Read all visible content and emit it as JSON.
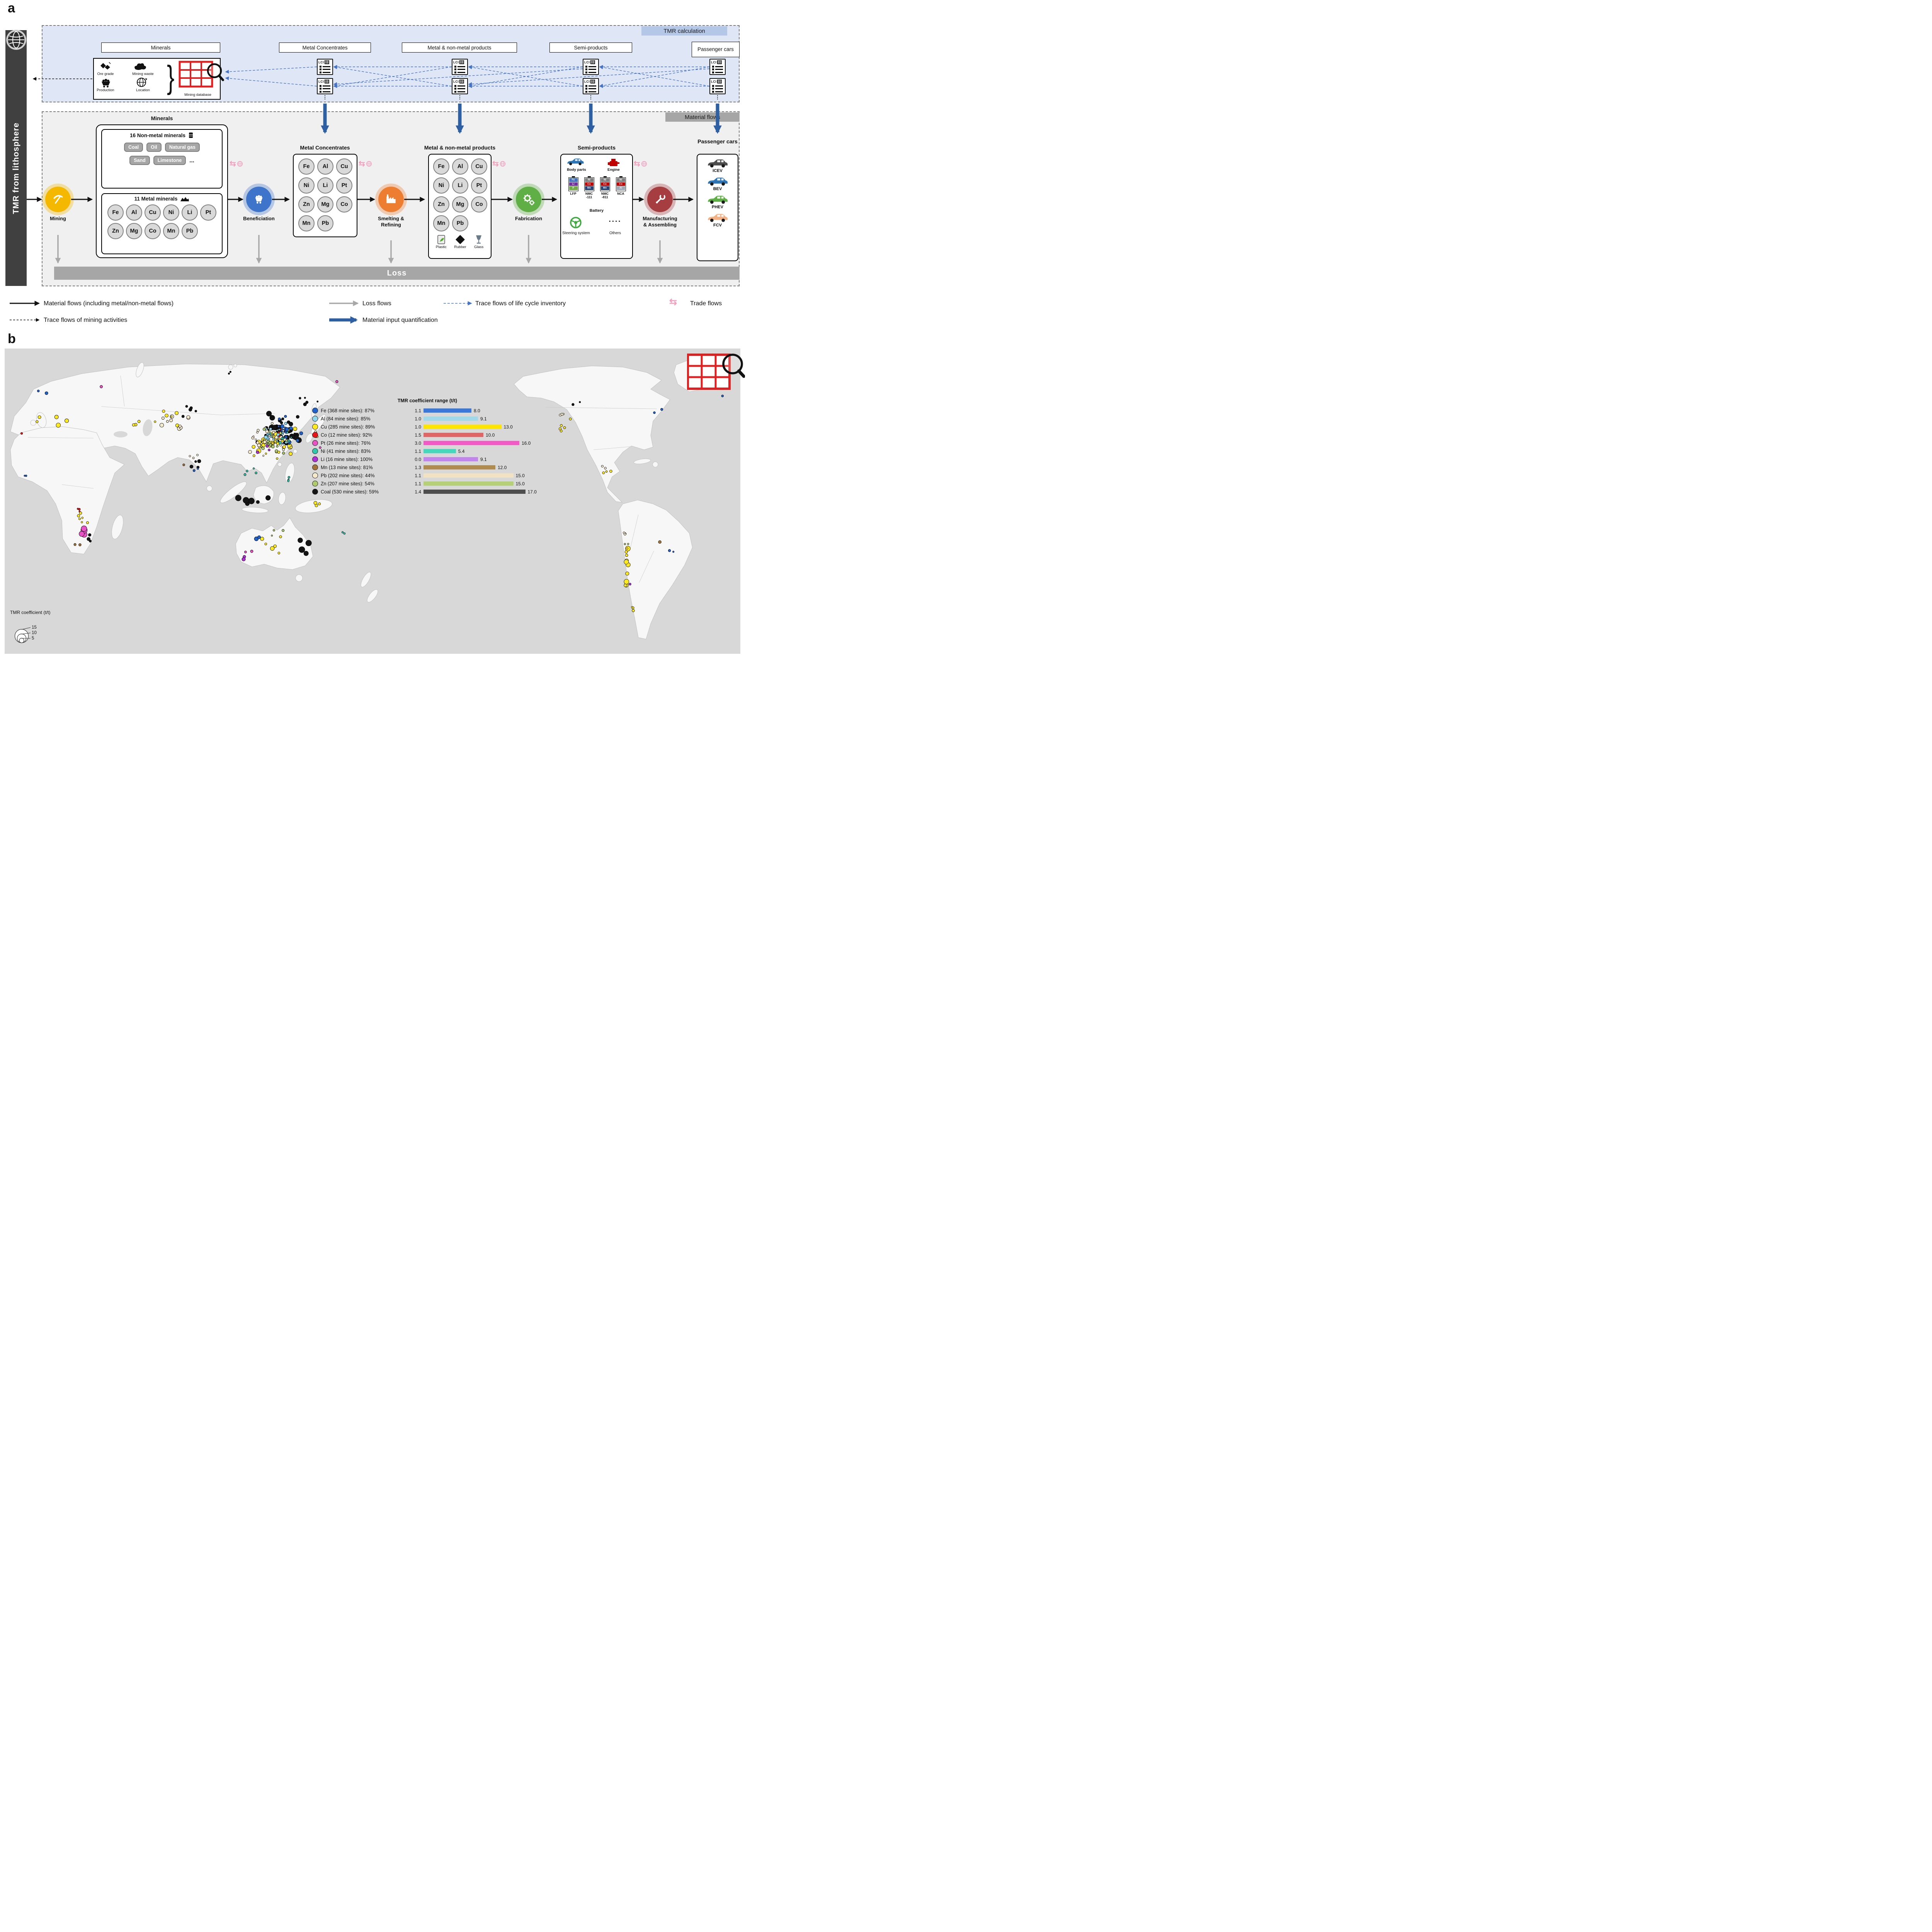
{
  "panel_a": {
    "label": "a",
    "lithosphere_label": "TMR from lithosphere",
    "tmr_calculation": {
      "tag": "TMR calculation",
      "column_titles": [
        "Minerals",
        "Metal Concentrates",
        "Metal & non-metal products",
        "Semi-products",
        "Passenger cars"
      ],
      "mining_database": {
        "items": [
          "Ore grade",
          "Mining waste",
          "Production",
          "Location"
        ],
        "label": "Mining database",
        "brace": "}"
      },
      "lci_label": "LCI",
      "lci_more": "⋮"
    },
    "material_flows": {
      "tag": "Material flows",
      "minerals_title": "Minerals",
      "nonmetal": {
        "title": "16 Non-metal minerals",
        "pills": [
          "Coal",
          "Oil",
          "Natural gas",
          "Sand",
          "Limestone"
        ],
        "more": "..."
      },
      "metal": {
        "title": "11 Metal minerals",
        "elements": [
          "Fe",
          "Al",
          "Cu",
          "Ni",
          "Li",
          "Pt",
          "Zn",
          "Mg",
          "Co",
          "Mn",
          "Pb"
        ]
      },
      "stages": [
        {
          "label_lines": [
            "Mining"
          ],
          "color": "#F5B800",
          "halo": "#F5B80055"
        },
        {
          "label_lines": [
            "Beneficiation"
          ],
          "color": "#3E74C9",
          "halo": "#3E74C955"
        },
        {
          "label_lines": [
            "Smelting &",
            "Refining"
          ],
          "color": "#ED7D31",
          "halo": "#ED7D3155"
        },
        {
          "label_lines": [
            "Fabrication"
          ],
          "color": "#5FAF46",
          "halo": "#5FAF4655"
        },
        {
          "label_lines": [
            "Manufacturing",
            "& Assembling"
          ],
          "color": "#A63D40",
          "halo": "#A63D4055"
        }
      ],
      "metal_concentrates": {
        "title": "Metal Concentrates",
        "elements": [
          "Fe",
          "Al",
          "Cu",
          "Ni",
          "Li",
          "Pt",
          "Zn",
          "Mg",
          "Co",
          "Mn",
          "Pb"
        ]
      },
      "metal_nonmetal": {
        "title": "Metal & non-metal products",
        "elements": [
          "Fe",
          "Al",
          "Cu",
          "Ni",
          "Li",
          "Pt",
          "Zn",
          "Mg",
          "Co",
          "Mn",
          "Pb"
        ],
        "materials": [
          "Plastic",
          "Rubber",
          "Glass"
        ]
      },
      "semi_products": {
        "title": "Semi-products",
        "body_parts_label": "Body parts",
        "engine_label": "Engine",
        "batteries": [
          {
            "name_lines": [
              "LFP"
            ],
            "cells": [
              {
                "t": "Fe",
                "c": "#4472C4"
              },
              {
                "t": "Li",
                "c": "#7030A0"
              },
              {
                "t": "P",
                "c": "#70AD47"
              }
            ]
          },
          {
            "name_lines": [
              "NMC",
              "-111"
            ],
            "cells": [
              {
                "t": "Ni",
                "c": "#808080"
              },
              {
                "t": "Co",
                "c": "#C00000"
              },
              {
                "t": "Mn",
                "c": "#264478"
              }
            ]
          },
          {
            "name_lines": [
              "NMC",
              "-811"
            ],
            "cells": [
              {
                "t": "Ni",
                "c": "#808080"
              },
              {
                "t": "Co",
                "c": "#C00000"
              },
              {
                "t": "Mn",
                "c": "#264478"
              }
            ]
          },
          {
            "name_lines": [
              "NCA"
            ],
            "cells": [
              {
                "t": "Ni",
                "c": "#808080"
              },
              {
                "t": "Co",
                "c": "#C00000"
              },
              {
                "t": "Al",
                "c": "#9DA8B4"
              }
            ]
          }
        ],
        "battery_label": "Battery",
        "steering_label": "Steering system",
        "others_label": "Others",
        "others_dots": "...."
      },
      "passenger_cars": {
        "title": "Passenger cars",
        "types": [
          {
            "name": "ICEV",
            "color": "#4D4D4D"
          },
          {
            "name": "BEV",
            "color": "#2E75B6"
          },
          {
            "name": "PHEV",
            "color": "#5FAF46"
          },
          {
            "name": "FCV",
            "color": "#F4B183"
          }
        ]
      },
      "loss_label": "Loss"
    },
    "legend": {
      "material_flows": "Material flows (including metal/non-metal flows)",
      "loss_flows": "Loss flows",
      "trace_lci": "Trace flows of life cycle inventory",
      "trade_flows": "Trade flows",
      "trace_mining": "Trace flows of mining activities",
      "material_input": "Material input quantification",
      "trade_glyph": "⇆"
    }
  },
  "panel_b": {
    "label": "b",
    "size_legend": {
      "title": "TMR coefficient (t/t)",
      "sizes": [
        "15",
        "10",
        "5"
      ]
    },
    "range_legend_title": "TMR coefficient range (t/t)"
  },
  "chart_data": {
    "type": "scatter",
    "subtype": "world-map-mine-sites",
    "description": "Global mine sites by mineral; dot size encodes TMR coefficient (t/t) from 5 to 15",
    "dot_size_legend": [
      15,
      10,
      5
    ],
    "series": [
      {
        "name": "Fe",
        "label": "Fe (368 mine sites): 87%",
        "mine_sites": 368,
        "share_pct": 87,
        "color": "#1F62C9",
        "bar_color": "#3C78D8",
        "tmr_min": 1.1,
        "tmr_max": 8.0
      },
      {
        "name": "Al",
        "label": "Al (84 mine sites): 85%",
        "mine_sites": 84,
        "share_pct": 85,
        "color": "#8FD6EF",
        "bar_color": "#A2D9EA",
        "tmr_min": 1.0,
        "tmr_max": 9.1
      },
      {
        "name": "Cu",
        "label": "Cu (285 mine sites): 89%",
        "mine_sites": 285,
        "share_pct": 89,
        "color": "#FFE91F",
        "bar_color": "#FFE400",
        "tmr_min": 1.0,
        "tmr_max": 13.0
      },
      {
        "name": "Co",
        "label": "Co (12 mine sites): 92%",
        "mine_sites": 12,
        "share_pct": 92,
        "color": "#E81416",
        "bar_color": "#E06666",
        "tmr_min": 1.5,
        "tmr_max": 10.0
      },
      {
        "name": "Pt",
        "label": "Pt (26 mine sites): 76%",
        "mine_sites": 26,
        "share_pct": 76,
        "color": "#E752C5",
        "bar_color": "#F25AC5",
        "tmr_min": 3.0,
        "tmr_max": 16.0
      },
      {
        "name": "Ni",
        "label": "Ni (41 mine sites): 83%",
        "mine_sites": 41,
        "share_pct": 83,
        "color": "#30C7AC",
        "bar_color": "#46D7BC",
        "tmr_min": 1.1,
        "tmr_max": 5.4
      },
      {
        "name": "Li",
        "label": "Li (16 mine sites): 100%",
        "mine_sites": 16,
        "share_pct": 100,
        "color": "#AE2FD4",
        "bar_color": "#C285EC",
        "tmr_min": 0.0,
        "tmr_max": 9.1
      },
      {
        "name": "Mn",
        "label": "Mn (13 mine sites): 81%",
        "mine_sites": 13,
        "share_pct": 81,
        "color": "#A2743A",
        "bar_color": "#B08B4F",
        "tmr_min": 1.3,
        "tmr_max": 12.0
      },
      {
        "name": "Pb",
        "label": "Pb (202 mine sites): 44%",
        "mine_sites": 202,
        "share_pct": 44,
        "color": "#F5E9CD",
        "bar_color": "#F2E2C4",
        "tmr_min": 1.1,
        "tmr_max": 15.0
      },
      {
        "name": "Zn",
        "label": "Zn (207 mine sites): 54%",
        "mine_sites": 207,
        "share_pct": 54,
        "color": "#AECB6E",
        "bar_color": "#B6D077",
        "tmr_min": 1.1,
        "tmr_max": 15.0
      },
      {
        "name": "Coal",
        "label": "Coal (530 mine sites): 59%",
        "mine_sites": 530,
        "share_pct": 59,
        "color": "#141414",
        "bar_color": "#4D4D4D",
        "tmr_min": 1.4,
        "tmr_max": 17.0
      }
    ],
    "clusters": [
      {
        "mineral": "Coal",
        "cx": 712,
        "cy": 212,
        "rx": 62,
        "ry": 45,
        "n": 38,
        "rmin": 2.5,
        "rmax": 7
      },
      {
        "mineral": "Cu",
        "cx": 698,
        "cy": 246,
        "rx": 66,
        "ry": 46,
        "n": 34,
        "rmin": 2,
        "rmax": 6
      },
      {
        "mineral": "Al",
        "cx": 706,
        "cy": 222,
        "rx": 46,
        "ry": 36,
        "n": 24,
        "rmin": 2,
        "rmax": 5
      },
      {
        "mineral": "Fe",
        "cx": 724,
        "cy": 210,
        "rx": 50,
        "ry": 38,
        "n": 22,
        "rmin": 2,
        "rmax": 5
      },
      {
        "mineral": "Pb",
        "cx": 676,
        "cy": 236,
        "rx": 60,
        "ry": 44,
        "n": 26,
        "rmin": 1.8,
        "rmax": 4.5
      },
      {
        "mineral": "Zn",
        "cx": 690,
        "cy": 244,
        "rx": 56,
        "ry": 40,
        "n": 18,
        "rmin": 1.8,
        "rmax": 4
      },
      {
        "mineral": "Ni",
        "cx": 716,
        "cy": 238,
        "rx": 36,
        "ry": 28,
        "n": 7,
        "rmin": 1.8,
        "rmax": 3.5
      },
      {
        "mineral": "Li",
        "cx": 662,
        "cy": 252,
        "rx": 30,
        "ry": 20,
        "n": 3,
        "rmin": 2,
        "rmax": 4
      },
      {
        "mineral": "Co",
        "cx": 712,
        "cy": 218,
        "rx": 30,
        "ry": 24,
        "n": 3,
        "rmin": 1.8,
        "rmax": 3
      },
      {
        "mineral": "Pb",
        "cx": 446,
        "cy": 186,
        "rx": 70,
        "ry": 28,
        "n": 10,
        "rmin": 2.5,
        "rmax": 6
      },
      {
        "mineral": "Cu",
        "cx": 420,
        "cy": 176,
        "rx": 60,
        "ry": 25,
        "n": 6,
        "rmin": 2,
        "rmax": 5
      },
      {
        "mineral": "Coal",
        "cx": 470,
        "cy": 164,
        "rx": 50,
        "ry": 22,
        "n": 5,
        "rmin": 2,
        "rmax": 5
      },
      {
        "mineral": "Cu",
        "cx": 132,
        "cy": 172,
        "rx": 55,
        "ry": 30,
        "n": 5,
        "rmin": 2,
        "rmax": 6
      },
      {
        "mineral": "Fe",
        "cx": 96,
        "cy": 116,
        "rx": 25,
        "ry": 15,
        "n": 3,
        "rmin": 2,
        "rmax": 4
      },
      {
        "mineral": "Pt",
        "cx": 252,
        "cy": 96,
        "rx": 12,
        "ry": 7,
        "n": 1,
        "rmin": 3,
        "rmax": 4
      },
      {
        "mineral": "Pt",
        "cx": 855,
        "cy": 88,
        "rx": 8,
        "ry": 6,
        "n": 1,
        "rmin": 3,
        "rmax": 4
      },
      {
        "mineral": "Coal",
        "cx": 585,
        "cy": 62,
        "rx": 14,
        "ry": 8,
        "n": 2,
        "rmin": 2,
        "rmax": 3.2
      },
      {
        "mineral": "Coal",
        "cx": 782,
        "cy": 140,
        "rx": 46,
        "ry": 22,
        "n": 5,
        "rmin": 2,
        "rmax": 4.5
      },
      {
        "mineral": "Pb",
        "cx": 806,
        "cy": 214,
        "rx": 12,
        "ry": 12,
        "n": 2,
        "rmin": 1.8,
        "rmax": 3
      },
      {
        "mineral": "Cu",
        "cx": 806,
        "cy": 228,
        "rx": 10,
        "ry": 8,
        "n": 2,
        "rmin": 1.8,
        "rmax": 3
      },
      {
        "mineral": "Pt",
        "cx": 820,
        "cy": 250,
        "rx": 10,
        "ry": 8,
        "n": 1,
        "rmin": 2.5,
        "rmax": 3.5
      },
      {
        "mineral": "Coal",
        "cx": 490,
        "cy": 296,
        "rx": 25,
        "ry": 18,
        "n": 4,
        "rmin": 2,
        "rmax": 4.5
      },
      {
        "mineral": "Fe",
        "cx": 498,
        "cy": 312,
        "rx": 18,
        "ry": 12,
        "n": 2,
        "rmin": 2,
        "rmax": 3.5
      },
      {
        "mineral": "Pb",
        "cx": 496,
        "cy": 282,
        "rx": 20,
        "ry": 12,
        "n": 3,
        "rmin": 2,
        "rmax": 4
      },
      {
        "mineral": "Mn",
        "cx": 470,
        "cy": 300,
        "rx": 12,
        "ry": 8,
        "n": 1,
        "rmin": 2.5,
        "rmax": 3.5
      },
      {
        "mineral": "Ni",
        "cx": 638,
        "cy": 322,
        "rx": 28,
        "ry": 15,
        "n": 4,
        "rmin": 1.8,
        "rmax": 3.2
      },
      {
        "mineral": "Coal",
        "cx": 648,
        "cy": 396,
        "rx": 52,
        "ry": 13,
        "n": 6,
        "rmin": 4,
        "rmax": 9
      },
      {
        "mineral": "Ni",
        "cx": 736,
        "cy": 334,
        "rx": 10,
        "ry": 18,
        "n": 3,
        "rmin": 1.8,
        "rmax": 3.2
      },
      {
        "mineral": "Cu",
        "cx": 812,
        "cy": 406,
        "rx": 28,
        "ry": 8,
        "n": 3,
        "rmin": 2.5,
        "rmax": 4.5
      },
      {
        "mineral": "Cu",
        "cx": 706,
        "cy": 508,
        "rx": 76,
        "ry": 44,
        "n": 6,
        "rmin": 2.5,
        "rmax": 5.5
      },
      {
        "mineral": "Fe",
        "cx": 652,
        "cy": 490,
        "rx": 18,
        "ry": 12,
        "n": 2,
        "rmin": 3.5,
        "rmax": 5.5
      },
      {
        "mineral": "Coal",
        "cx": 774,
        "cy": 512,
        "rx": 26,
        "ry": 28,
        "n": 4,
        "rmin": 4,
        "rmax": 8
      },
      {
        "mineral": "Pt",
        "cx": 636,
        "cy": 522,
        "rx": 20,
        "ry": 10,
        "n": 2,
        "rmin": 2.5,
        "rmax": 3.5
      },
      {
        "mineral": "Li",
        "cx": 618,
        "cy": 548,
        "rx": 12,
        "ry": 10,
        "n": 2,
        "rmin": 3.5,
        "rmax": 5
      },
      {
        "mineral": "Zn",
        "cx": 700,
        "cy": 472,
        "rx": 40,
        "ry": 16,
        "n": 3,
        "rmin": 1.8,
        "rmax": 3.5
      },
      {
        "mineral": "Ni",
        "cx": 880,
        "cy": 478,
        "rx": 10,
        "ry": 5,
        "n": 2,
        "rmin": 2,
        "rmax": 3.2
      },
      {
        "mineral": "Pt",
        "cx": 205,
        "cy": 478,
        "rx": 9,
        "ry": 22,
        "n": 4,
        "rmin": 3.5,
        "rmax": 9
      },
      {
        "mineral": "Cu",
        "cx": 196,
        "cy": 432,
        "rx": 18,
        "ry": 13,
        "n": 4,
        "rmin": 2,
        "rmax": 4.5
      },
      {
        "mineral": "Co",
        "cx": 193,
        "cy": 421,
        "rx": 12,
        "ry": 8,
        "n": 3,
        "rmin": 2,
        "rmax": 3.5
      },
      {
        "mineral": "Coal",
        "cx": 222,
        "cy": 492,
        "rx": 16,
        "ry": 12,
        "n": 3,
        "rmin": 2.5,
        "rmax": 4.5
      },
      {
        "mineral": "Mn",
        "cx": 192,
        "cy": 506,
        "rx": 12,
        "ry": 7,
        "n": 2,
        "rmin": 2.5,
        "rmax": 3.5
      },
      {
        "mineral": "Cu",
        "cx": 206,
        "cy": 452,
        "rx": 12,
        "ry": 8,
        "n": 2,
        "rmin": 2,
        "rmax": 3.5
      },
      {
        "mineral": "Fe",
        "cx": 52,
        "cy": 330,
        "rx": 15,
        "ry": 12,
        "n": 2,
        "rmin": 2,
        "rmax": 3
      },
      {
        "mineral": "Co",
        "cx": 46,
        "cy": 220,
        "rx": 6,
        "ry": 5,
        "n": 1,
        "rmin": 2.2,
        "rmax": 3
      },
      {
        "mineral": "Cu",
        "cx": 340,
        "cy": 196,
        "rx": 20,
        "ry": 12,
        "n": 3,
        "rmin": 3,
        "rmax": 6
      },
      {
        "mineral": "Cu",
        "cx": 1436,
        "cy": 206,
        "rx": 34,
        "ry": 46,
        "n": 5,
        "rmin": 1.8,
        "rmax": 4
      },
      {
        "mineral": "Pb",
        "cx": 1446,
        "cy": 166,
        "rx": 25,
        "ry": 20,
        "n": 3,
        "rmin": 1.8,
        "rmax": 3.5
      },
      {
        "mineral": "Coal",
        "cx": 1470,
        "cy": 146,
        "rx": 25,
        "ry": 14,
        "n": 2,
        "rmin": 2,
        "rmax": 3.5
      },
      {
        "mineral": "Fe",
        "cx": 1692,
        "cy": 164,
        "rx": 20,
        "ry": 14,
        "n": 2,
        "rmin": 2.5,
        "rmax": 4.5
      },
      {
        "mineral": "Fe",
        "cx": 1858,
        "cy": 122,
        "rx": 8,
        "ry": 6,
        "n": 1,
        "rmin": 2.5,
        "rmax": 3.5
      },
      {
        "mineral": "Cu",
        "cx": 1560,
        "cy": 322,
        "rx": 18,
        "ry": 13,
        "n": 3,
        "rmin": 1.8,
        "rmax": 3.5
      },
      {
        "mineral": "Pb",
        "cx": 1548,
        "cy": 304,
        "rx": 12,
        "ry": 8,
        "n": 2,
        "rmin": 1.8,
        "rmax": 3
      },
      {
        "mineral": "Cu",
        "cx": 1612,
        "cy": 560,
        "rx": 9,
        "ry": 85,
        "n": 11,
        "rmin": 2.5,
        "rmax": 6.5
      },
      {
        "mineral": "Pb",
        "cx": 1608,
        "cy": 478,
        "rx": 9,
        "ry": 18,
        "n": 3,
        "rmin": 1.8,
        "rmax": 3.5
      },
      {
        "mineral": "Zn",
        "cx": 1612,
        "cy": 506,
        "rx": 8,
        "ry": 12,
        "n": 2,
        "rmin": 1.8,
        "rmax": 3.5
      },
      {
        "mineral": "Mn",
        "cx": 1700,
        "cy": 500,
        "rx": 6,
        "ry": 5,
        "n": 1,
        "rmin": 3.5,
        "rmax": 4.5
      },
      {
        "mineral": "Fe",
        "cx": 1726,
        "cy": 526,
        "rx": 14,
        "ry": 10,
        "n": 2,
        "rmin": 2,
        "rmax": 3.5
      },
      {
        "mineral": "Li",
        "cx": 1622,
        "cy": 602,
        "rx": 7,
        "ry": 10,
        "n": 1,
        "rmin": 2.5,
        "rmax": 3.5
      },
      {
        "mineral": "Cu",
        "cx": 1628,
        "cy": 682,
        "rx": 7,
        "ry": 26,
        "n": 3,
        "rmin": 2,
        "rmax": 4.5
      }
    ]
  }
}
